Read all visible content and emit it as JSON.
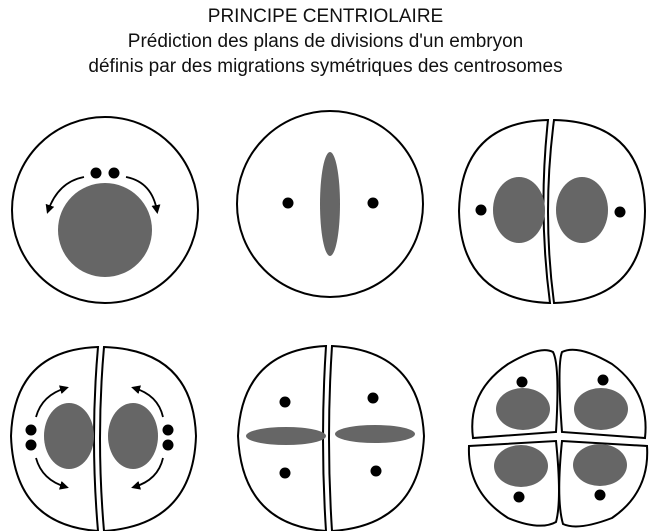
{
  "title": {
    "line1": "PRINCIPE CENTRIOLAIRE",
    "line2": "Prédiction des plans de divisions d'un embryon",
    "line3": "définis par des migrations symétriques des centrosomes"
  },
  "colors": {
    "outline": "#000000",
    "nucleus": "#666666",
    "centrosome": "#000000",
    "background": "#ffffff"
  },
  "panels": [
    {
      "name": "one-cell-centrosome-pair",
      "cells": 1,
      "stage": "centrosomes duplicated, migrating"
    },
    {
      "name": "one-cell-spindle",
      "cells": 1,
      "stage": "metaphase plate"
    },
    {
      "name": "two-cell-nuclei",
      "cells": 2,
      "stage": "interphase"
    },
    {
      "name": "two-cell-centrosome-migration",
      "cells": 2,
      "stage": "centrosomes duplicated, migrating"
    },
    {
      "name": "two-cell-spindles",
      "cells": 2,
      "stage": "metaphase plates"
    },
    {
      "name": "four-cell-nuclei",
      "cells": 4,
      "stage": "interphase"
    }
  ]
}
